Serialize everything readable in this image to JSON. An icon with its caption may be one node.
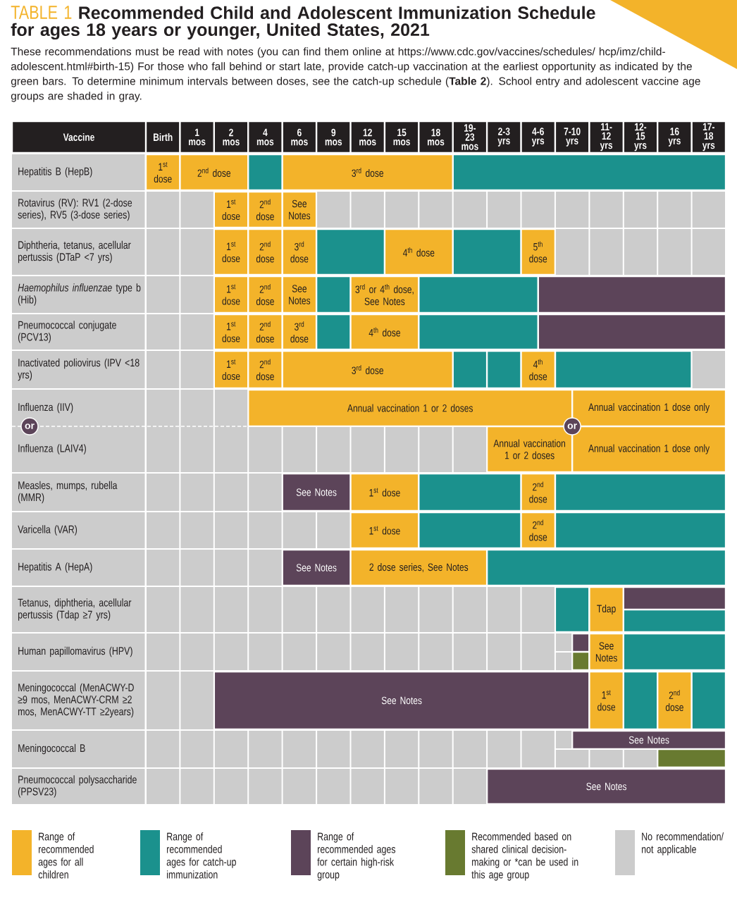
{
  "diagram": {
    "title": "Recommended Child and Adolescent Immunization Schedule for ages 18 years or younger, United States, 2021",
    "caption": "These recommendations must be read with notes (you can find them online at https://www.cdc.gov/vaccines/schedules/ hcp/imz/child-adolescent.html#birth-15) For those who fall behind or start late, provide catch-up vaccination at the earliest opportunity as indicated by the green bars. To determine minimum intervals between doses, see the catch-up schedule (**Table 2**). School entry and adolescent vaccine age groups are shaded in gray.",
    "nodes": [
      {
        "text": [
          "1$^{st}$ dose"
        ]
      },
      {
        "text": [
          "2$^{nd}$ dose"
        ]
      },
      {
        "text": [],
        "shape": "bar"
      },
      {
        "text": [
          "3$^{rd}$ dose"
        ]
      },
      {
        "text": [],
        "shape": "bar"
      },
      {
        "text": [
          "1$^{st}$ dose"
        ]
      },
      {
        "text": [
          "2$^{nd}$ dose"
        ]
      },
      {
        "text": [
          "See Notes"
        ]
      },
      {
        "text": [
          "1$^{st}$ dose"
        ]
      },
      {
        "text": [
          "2$^{nd}$ dose"
        ]
      },
      {
        "text": [
          "3$^{rd}$ dose"
        ]
      },
      {
        "text": [],
        "shape": "bar"
      },
      {
        "text": [
          "4$^{th}$ dose"
        ]
      },
      {
        "text": [],
        "shape": "bar"
      },
      {
        "text": [
          "5$^{th}$ dose"
        ]
      },
      {
        "text": [
          "1$^{st}$ dose"
        ]
      },
      {
        "text": [
          "2$^{nd}$ dose"
        ]
      },
      {
        "text": [
          "See Notes"
        ]
      },
      {
        "text": [],
        "shape": "bar"
      },
      {
        "text": [
          "3$^{rd}$ or 4$^{th}$ dose, See Notes"
        ]
      },
      {
        "text": [],
        "shape": "bar"
      },
      {
        "text": [],
        "shape": "bar"
      },
      {
        "text": [
          "1$^{st}$ dose"
        ]
      },
      {
        "text": [
          "2$^{nd}$ dose"
        ]
      },
      {
        "text": [
          "3$^{rd}$ dose"
        ]
      },
      {
        "text": [],
        "shape": "bar"
      },
      {
        "text": [
          "4$^{th}$ dose"
        ]
      },
      {
        "text": [],
        "shape": "bar"
      },
      {
        "text": [],
        "shape": "bar"
      },
      {
        "text": [
          "1$^{st}$ dose"
        ]
      },
      {
        "text": [
          "2$^{nd}$ dose"
        ]
      },
      {
        "text": [
          "3$^{rd}$ dose"
        ]
      },
      {
        "text": [],
        "shape": "bar"
      },
      {
        "text": [],
        "shape": "bar"
      },
      {
        "text": [
          "4$^{th}$ dose"
        ]
      },
      {
        "text": [],
        "shape": "bar"
      },
      {
        "text": [
          "Annual vaccination 1 or 2 doses"
        ]
      },
      {
        "text": [
          "Annual vaccination 1 dose only"
        ]
      },
      {
        "text": [
          "or"
        ]
      },
      {
        "text": [
          "or"
        ]
      },
      {
        "text": [
          "Annual vaccination 1 or 2 doses"
        ]
      },
      {
        "text": [
          "Annual vaccination 1 dose only"
        ]
      },
      {
        "text": [
          "See Notes"
        ]
      },
      {
        "text": [
          "1$^{st}$ dose"
        ]
      },
      {
        "text": [],
        "shape": "bar"
      },
      {
        "text": [
          "2$^{nd}$ dose"
        ]
      },
      {
        "text": [],
        "shape": "bar"
      },
      {
        "text": [
          "1$^{st}$ dose"
        ]
      },
      {
        "text": [],
        "shape": "bar"
      },
      {
        "text": [
          "2$^{nd}$ dose"
        ]
      },
      {
        "text": [],
        "shape": "bar"
      },
      {
        "text": [
          "See Notes"
        ]
      },
      {
        "text": [
          "2 dose series, See Notes"
        ]
      },
      {
        "text": [],
        "shape": "bar"
      },
      {
        "text": [],
        "shape": "bar"
      },
      {
        "text": [
          "Tdap"
        ]
      },
      {
        "text": [],
        "shape": "bar"
      },
      {
        "text": [],
        "shape": "bar"
      },
      {
        "text": [],
        "shape": "bar"
      },
      {
        "text": [],
        "shape": "bar"
      },
      {
        "text": [
          "See Notes"
        ]
      },
      {
        "text": [],
        "shape": "bar"
      },
      {
        "text": [
          "See Notes"
        ]
      },
      {
        "text": [
          "1$^{st}$ dose"
        ]
      },
      {
        "text": [],
        "shape": "bar"
      },
      {
        "text": [
          "2$^{nd}$ dose"
        ]
      },
      {
        "text": [],
        "shape": "bar"
      },
      {
        "text": [
          "See Notes"
        ]
      },
      {
        "text": [],
        "shape": "bar"
      },
      {
        "text": [
          "See Notes"
        ]
      }
    ],
    "labels": [
      "TABLE 1",
      "Vaccine",
      "Birth",
      "1 mos",
      "2 mos",
      "4 mos",
      "6 mos",
      "9 mos",
      "12 mos",
      "15 mos",
      "18 mos",
      "19-23 mos",
      "2-3 yrs",
      "4-6 yrs",
      "7-10 yrs",
      "11-12 yrs",
      "12-15 yrs",
      "16 yrs",
      "17-18 yrs",
      "Hepatitis B (HepB)",
      "Rotavirus (RV): RV1 (2-dose series), RV5 (3-dose series)",
      "Diphtheria, tetanus, acellular pertussis (DTaP <7 yrs)",
      "*Haemophilus influenzae* type b (Hib)",
      "Pneumococcal conjugate (PCV13)",
      "Inactivated poliovirus (IPV <18 yrs)",
      "Influenza (IIV)",
      "Influenza (LAIV4)",
      "Measles, mumps, rubella (MMR)",
      "Varicella (VAR)",
      "Hepatitis A (HepA)",
      "Tetanus, diphtheria, acellular pertussis (Tdap ≥7 yrs)",
      "Human papillomavirus (HPV)",
      "Meningococcal (MenACWY-D ≥9 mos, MenACWY-CRM ≥2 mos, MenACWY-TT ≥2years)",
      "Meningococcal B",
      "Pneumococcal polysaccharide (PPSV23)"
    ],
    "legend": [
      {
        "text": "Range of recommended ages for all children",
        "color": "#f3b32a"
      },
      {
        "text": "Range of recommended ages for catch-up immunization",
        "color": "#1b918d"
      },
      {
        "text": "Range of recommended ages for certain high-risk group",
        "color": "#5c4459"
      },
      {
        "text": "Recommended based on shared clinical decision-making or *can be used in this age group",
        "color": "#687a30"
      },
      {
        "text": "No recommendation/ not applicable",
        "color": "#cccccc"
      }
    ]
  }
}
